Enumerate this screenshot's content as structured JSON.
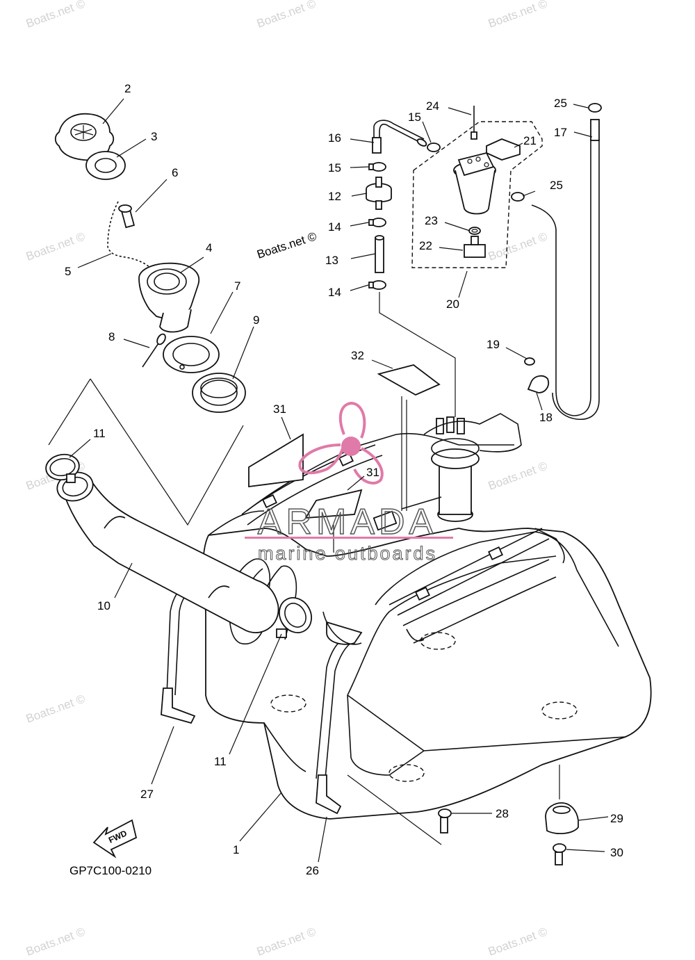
{
  "diagram_code": "GP7C100-0210",
  "fwd_label": "FWD",
  "watermark_text": "Boats.net ©",
  "inline_watermark": "Boats.net ©",
  "brand": {
    "name": "ARMADA",
    "tagline": "marine outboards",
    "accent_color": "#e07aa8",
    "text_color": "#555555"
  },
  "callouts": {
    "c1": "1",
    "c2": "2",
    "c3": "3",
    "c4": "4",
    "c5": "5",
    "c6": "6",
    "c7": "7",
    "c8": "8",
    "c9": "9",
    "c10": "10",
    "c11a": "11",
    "c11b": "11",
    "c12": "12",
    "c13": "13",
    "c14a": "14",
    "c14b": "14",
    "c15a": "15",
    "c15b": "15",
    "c16": "16",
    "c17": "17",
    "c18": "18",
    "c19": "19",
    "c20": "20",
    "c21": "21",
    "c22": "22",
    "c23": "23",
    "c24": "24",
    "c25a": "25",
    "c25b": "25",
    "c26": "26",
    "c27": "27",
    "c28": "28",
    "c29": "29",
    "c30": "30",
    "c31a": "31",
    "c31b": "31",
    "c32": "32"
  }
}
